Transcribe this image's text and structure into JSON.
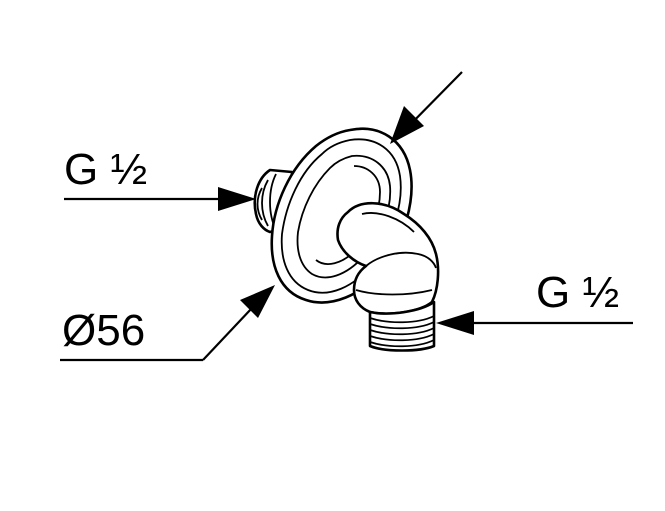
{
  "labels": {
    "inlet_thread": "G ½",
    "outlet_thread": "G ½",
    "flange_diameter": "Ø56"
  },
  "colors": {
    "line": "#000000",
    "background": "#ffffff"
  }
}
